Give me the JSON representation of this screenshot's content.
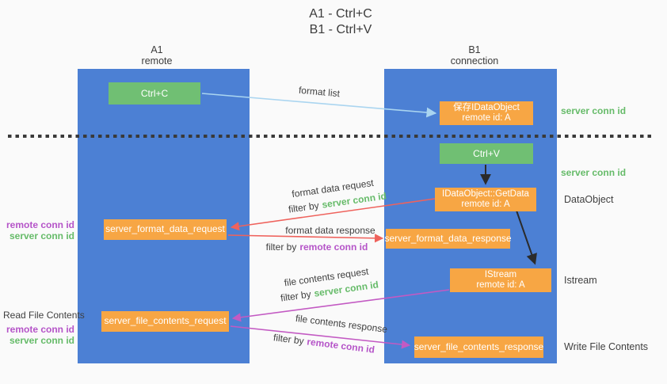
{
  "title": {
    "line1": "A1 - Ctrl+C",
    "line2": "B1 - Ctrl+V"
  },
  "columns": {
    "left": {
      "name": "A1",
      "role": "remote"
    },
    "right": {
      "name": "B1",
      "role": "connection"
    }
  },
  "boxes": {
    "ctrl_c": {
      "label": "Ctrl+C"
    },
    "ctrl_v": {
      "label": "Ctrl+V"
    },
    "save_idataobject": {
      "line1": "保存IDataObject",
      "line2": "remote id: A"
    },
    "idataobject_getdata": {
      "line1": "IDataObject::GetData",
      "line2": "remote id: A"
    },
    "istream": {
      "line1": "IStream",
      "line2": "remote id: A"
    },
    "server_format_data_request": {
      "label": "server_format_data_request"
    },
    "server_format_data_response": {
      "label": "server_format_data_response"
    },
    "server_file_contents_request": {
      "label": "server_file_contents_request"
    },
    "server_file_contents_response": {
      "label": "server_file_contents_response"
    }
  },
  "labels": {
    "format_list": "format list",
    "format_data_request": "format data request",
    "format_data_response": "format data response",
    "file_contents_request": "file contents request",
    "file_contents_response": "file contents response",
    "filter_by": "filter by",
    "server_conn_id": "server conn id",
    "remote_conn_id": "remote conn id",
    "dataobject": "DataObject",
    "istream": "Istream",
    "read_file_contents": "Read File Contents",
    "write_file_contents": "Write File Contents"
  },
  "colors": {
    "column_blue": "#4c80d4",
    "box_green": "#70bf73",
    "box_orange": "#f7a644",
    "arrow_red": "#ef625c",
    "arrow_magenta": "#c35ac3",
    "arrow_light_blue": "#aad5f0",
    "arrow_black": "#2b2b2b",
    "text_green": "#66bb69",
    "text_purple": "#b554c8",
    "dotted_line": "#3a3a3a",
    "background": "#fafafa"
  }
}
